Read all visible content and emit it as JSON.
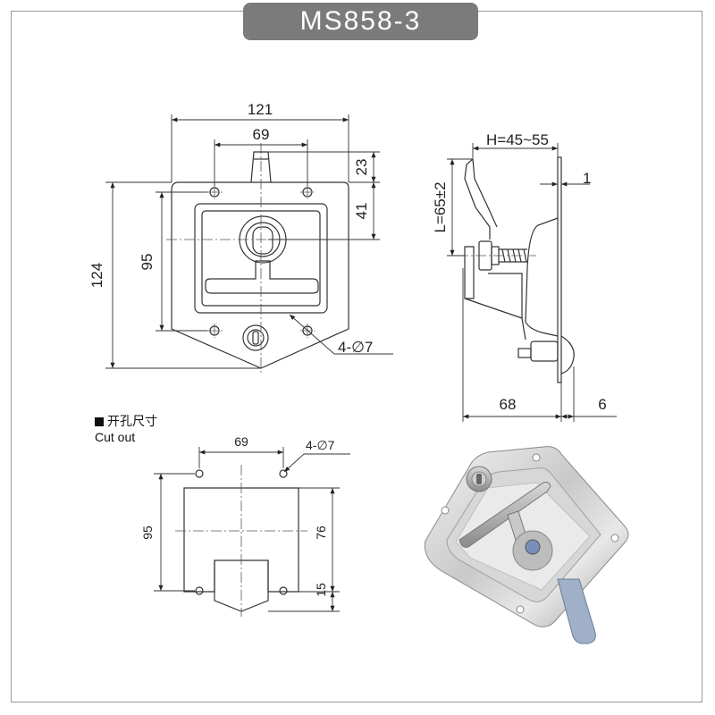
{
  "title": "MS858-3",
  "front_view": {
    "dim_width": "121",
    "dim_hole_spacing": "69",
    "dim_height": "124",
    "dim_hole_vertical": "95",
    "dim_top": "23",
    "dim_handle": "41",
    "dim_holes": "4-∅7"
  },
  "side_view": {
    "dim_h": "H=45~55",
    "dim_l": "L=65±2",
    "dim_thickness": "1",
    "dim_depth": "68",
    "dim_flange": "6"
  },
  "cutout": {
    "label_cn": "开孔尺寸",
    "label_en": "Cut out",
    "dim_hole_spacing": "69",
    "dim_holes": "4-∅7",
    "dim_vertical": "95",
    "dim_height": "76",
    "dim_notch": "15"
  },
  "colors": {
    "title_bg": "#7b7b7b",
    "line": "#333333",
    "frame": "#9a9a9a"
  }
}
